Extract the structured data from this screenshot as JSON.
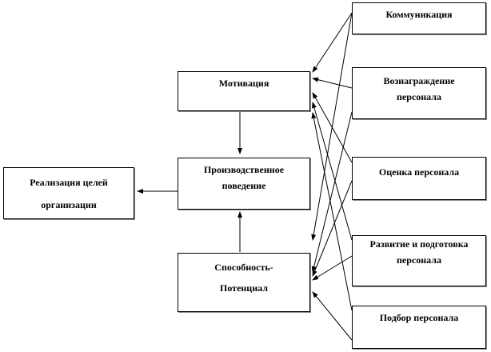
{
  "nodes": {
    "motivation": "Мотивация",
    "production_behavior": "Производственное поведение",
    "ability": "Способность-",
    "ability2": "Потенциал",
    "goals": "Реализация целей",
    "goals2": "организации",
    "communication": "Коммуникация",
    "reward": "Вознаграждение персонала",
    "assessment": "Оценка персонала",
    "development": "Развитие и подготовка персонала",
    "selection": "Подбор персонала"
  }
}
